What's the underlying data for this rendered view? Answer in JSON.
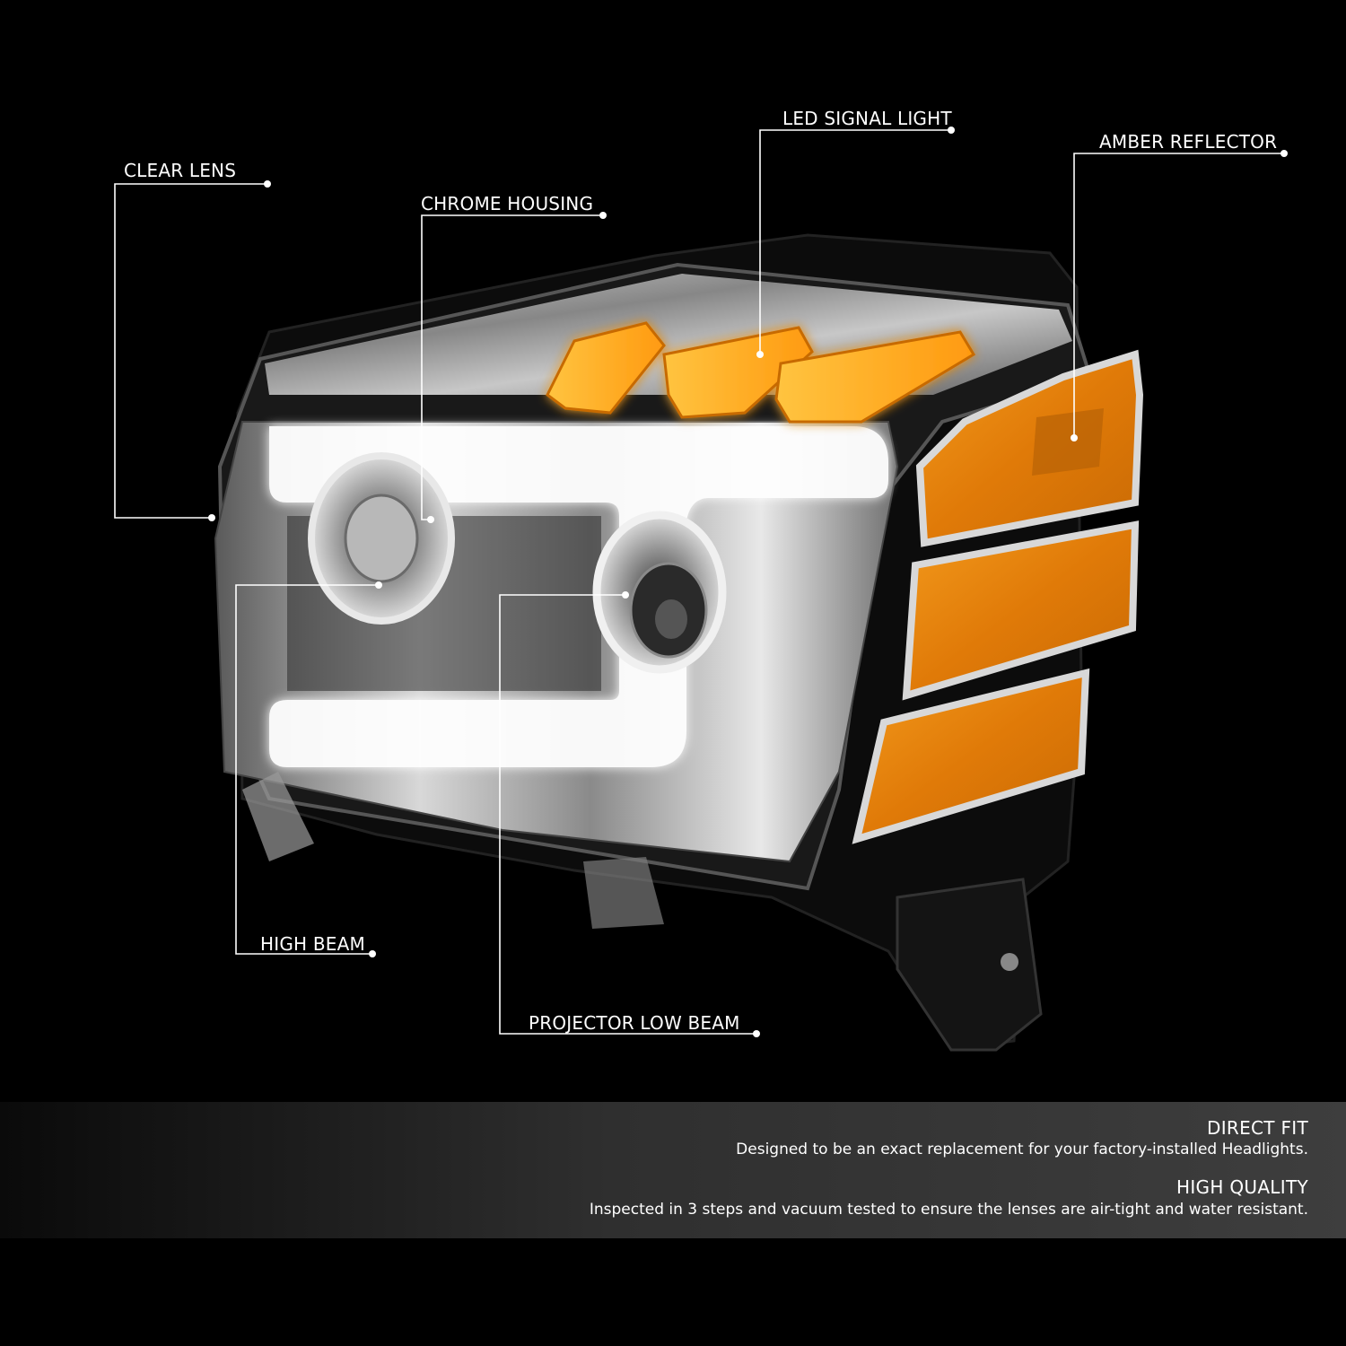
{
  "callouts": {
    "clear_lens": "CLEAR LENS",
    "chrome_housing": "CHROME HOUSING",
    "led_signal_light": "LED SIGNAL LIGHT",
    "amber_reflector": "AMBER REFLECTOR",
    "high_beam": "HIGH BEAM",
    "projector_low_beam": "PROJECTOR LOW BEAM"
  },
  "features": [
    {
      "title": "DIRECT FIT",
      "description": "Designed to be an exact replacement for your factory-installed Headlights."
    },
    {
      "title": "HIGH QUALITY",
      "description": "Inspected in 3 steps and vacuum tested to ensure the lenses are air-tight and water resistant."
    }
  ],
  "colors": {
    "background": "#000000",
    "amber": "#e8860f",
    "led_amber": "#ffb01f",
    "chrome": "#c8c8c8",
    "label": "#ffffff"
  }
}
